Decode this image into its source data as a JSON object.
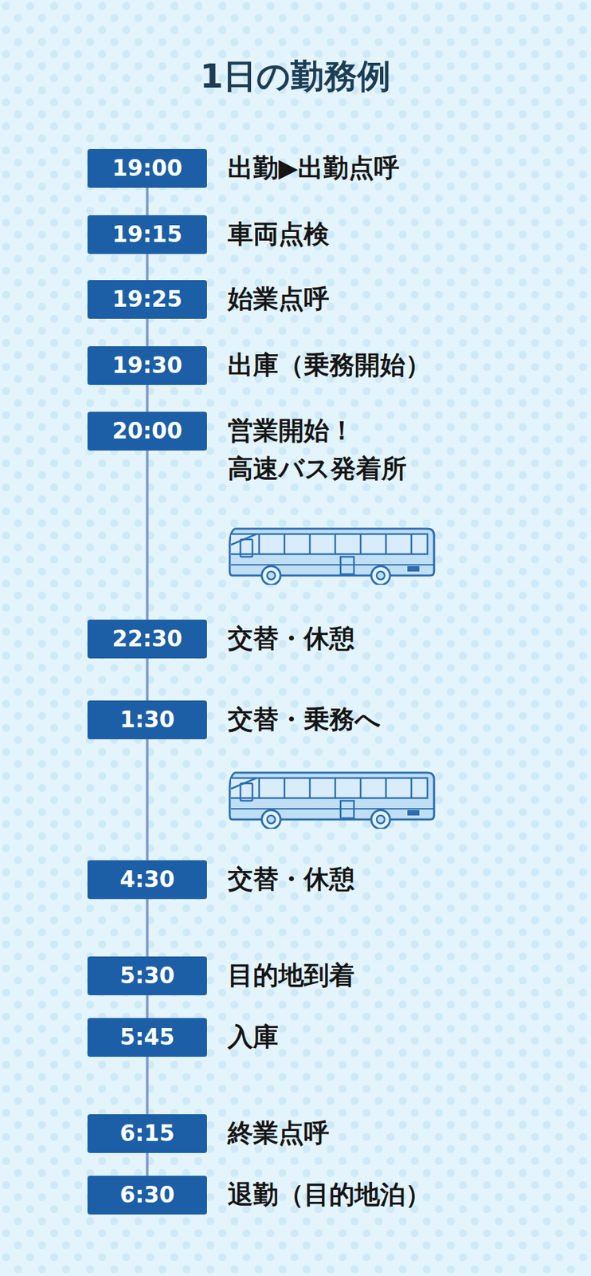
{
  "diagram": {
    "title": "1日の勤務例",
    "nodes": [
      {
        "text": [
          "19:00",
          "出勤▶出勤点呼"
        ]
      },
      {
        "text": [
          "19:15",
          "車両点検"
        ]
      },
      {
        "text": [
          "19:25",
          "始業点呼"
        ]
      },
      {
        "text": [
          "19:30",
          "出庫（乗務開始）"
        ]
      },
      {
        "text": [
          "20:00",
          "営業開始！ 高速バス発着所"
        ]
      },
      {
        "text": [
          "22:30",
          "交替・休憩"
        ]
      },
      {
        "text": [
          "1:30",
          "交替・乗務へ"
        ]
      },
      {
        "text": [
          "4:30",
          "交替・休憩"
        ]
      },
      {
        "text": [
          "5:30",
          "目的地到着"
        ]
      },
      {
        "text": [
          "5:45",
          "入庫"
        ]
      },
      {
        "text": [
          "6:15",
          "終業点呼"
        ]
      },
      {
        "text": [
          "6:30",
          "退勤（目的地泊）"
        ]
      }
    ],
    "edges": [
      {
        "from": 0,
        "to": 1,
        "arrow": "none"
      },
      {
        "from": 1,
        "to": 2,
        "arrow": "none"
      },
      {
        "from": 2,
        "to": 3,
        "arrow": "none"
      },
      {
        "from": 3,
        "to": 4,
        "arrow": "none"
      },
      {
        "from": 4,
        "to": 5,
        "arrow": "none"
      },
      {
        "from": 5,
        "to": 6,
        "arrow": "none"
      },
      {
        "from": 6,
        "to": 7,
        "arrow": "none"
      },
      {
        "from": 7,
        "to": 8,
        "arrow": "none"
      },
      {
        "from": 8,
        "to": 9,
        "arrow": "none"
      },
      {
        "from": 9,
        "to": 10,
        "arrow": "none"
      },
      {
        "from": 10,
        "to": 11,
        "arrow": "none"
      }
    ]
  }
}
